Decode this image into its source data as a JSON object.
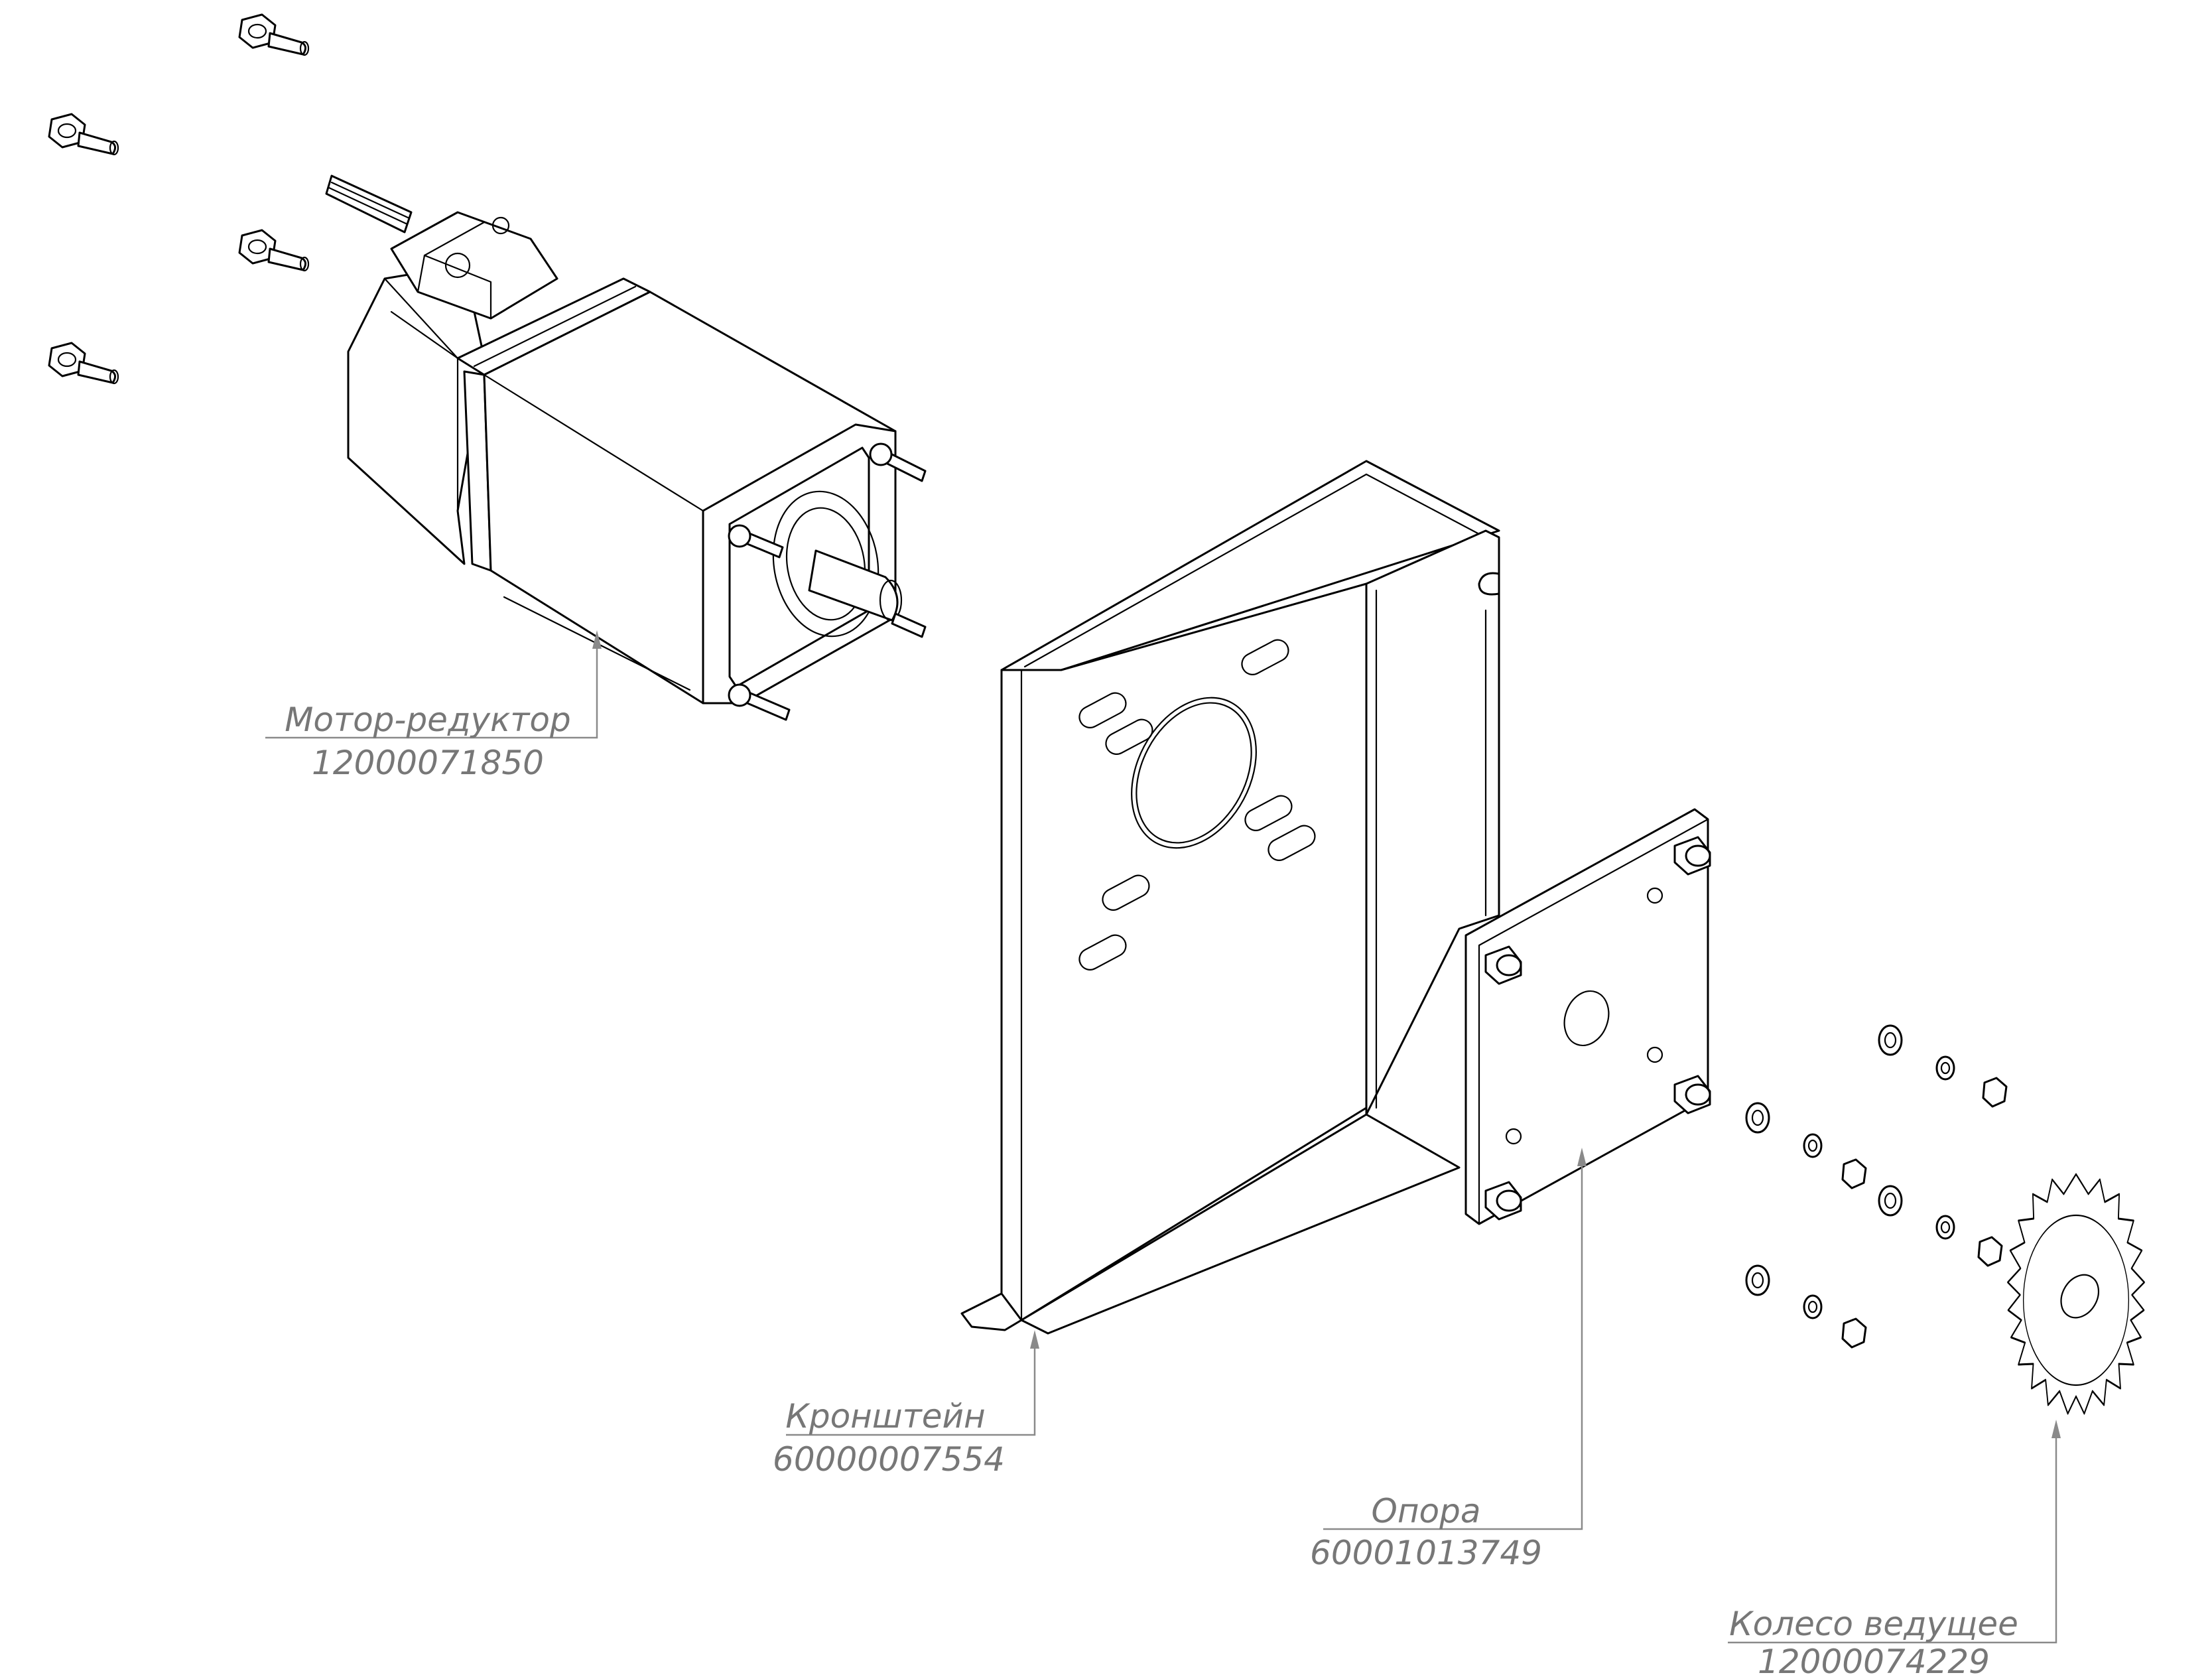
{
  "diagram": {
    "type": "exploded-assembly-drawing",
    "callouts": [
      {
        "id": "motor",
        "name": "Мотор-редуктор",
        "code": "12000071850"
      },
      {
        "id": "bracket",
        "name": "Кронштейн",
        "code": "60000007554"
      },
      {
        "id": "support",
        "name": "Опора",
        "code": "60001013749"
      },
      {
        "id": "sprocket",
        "name": "Колесо ведущее",
        "code": "12000074229"
      }
    ],
    "colors": {
      "lines": "#000000",
      "leaders": "#8a8a8a",
      "text": "#777777",
      "background": "#ffffff"
    }
  }
}
